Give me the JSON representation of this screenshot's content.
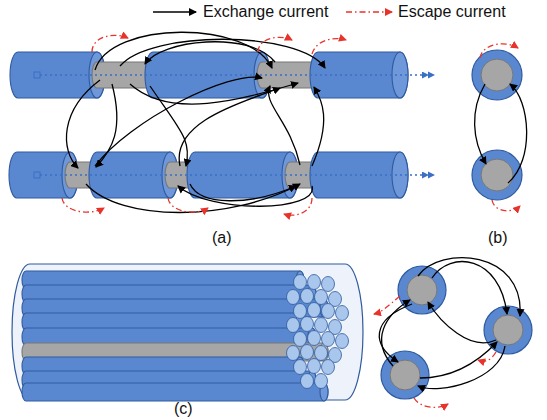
{
  "diagram": {
    "labels": [
      "(a)",
      "(b)",
      "(c)"
    ],
    "legend": [
      {
        "text": "Exchange current"
      },
      {
        "text": "Escape current"
      }
    ]
  }
}
